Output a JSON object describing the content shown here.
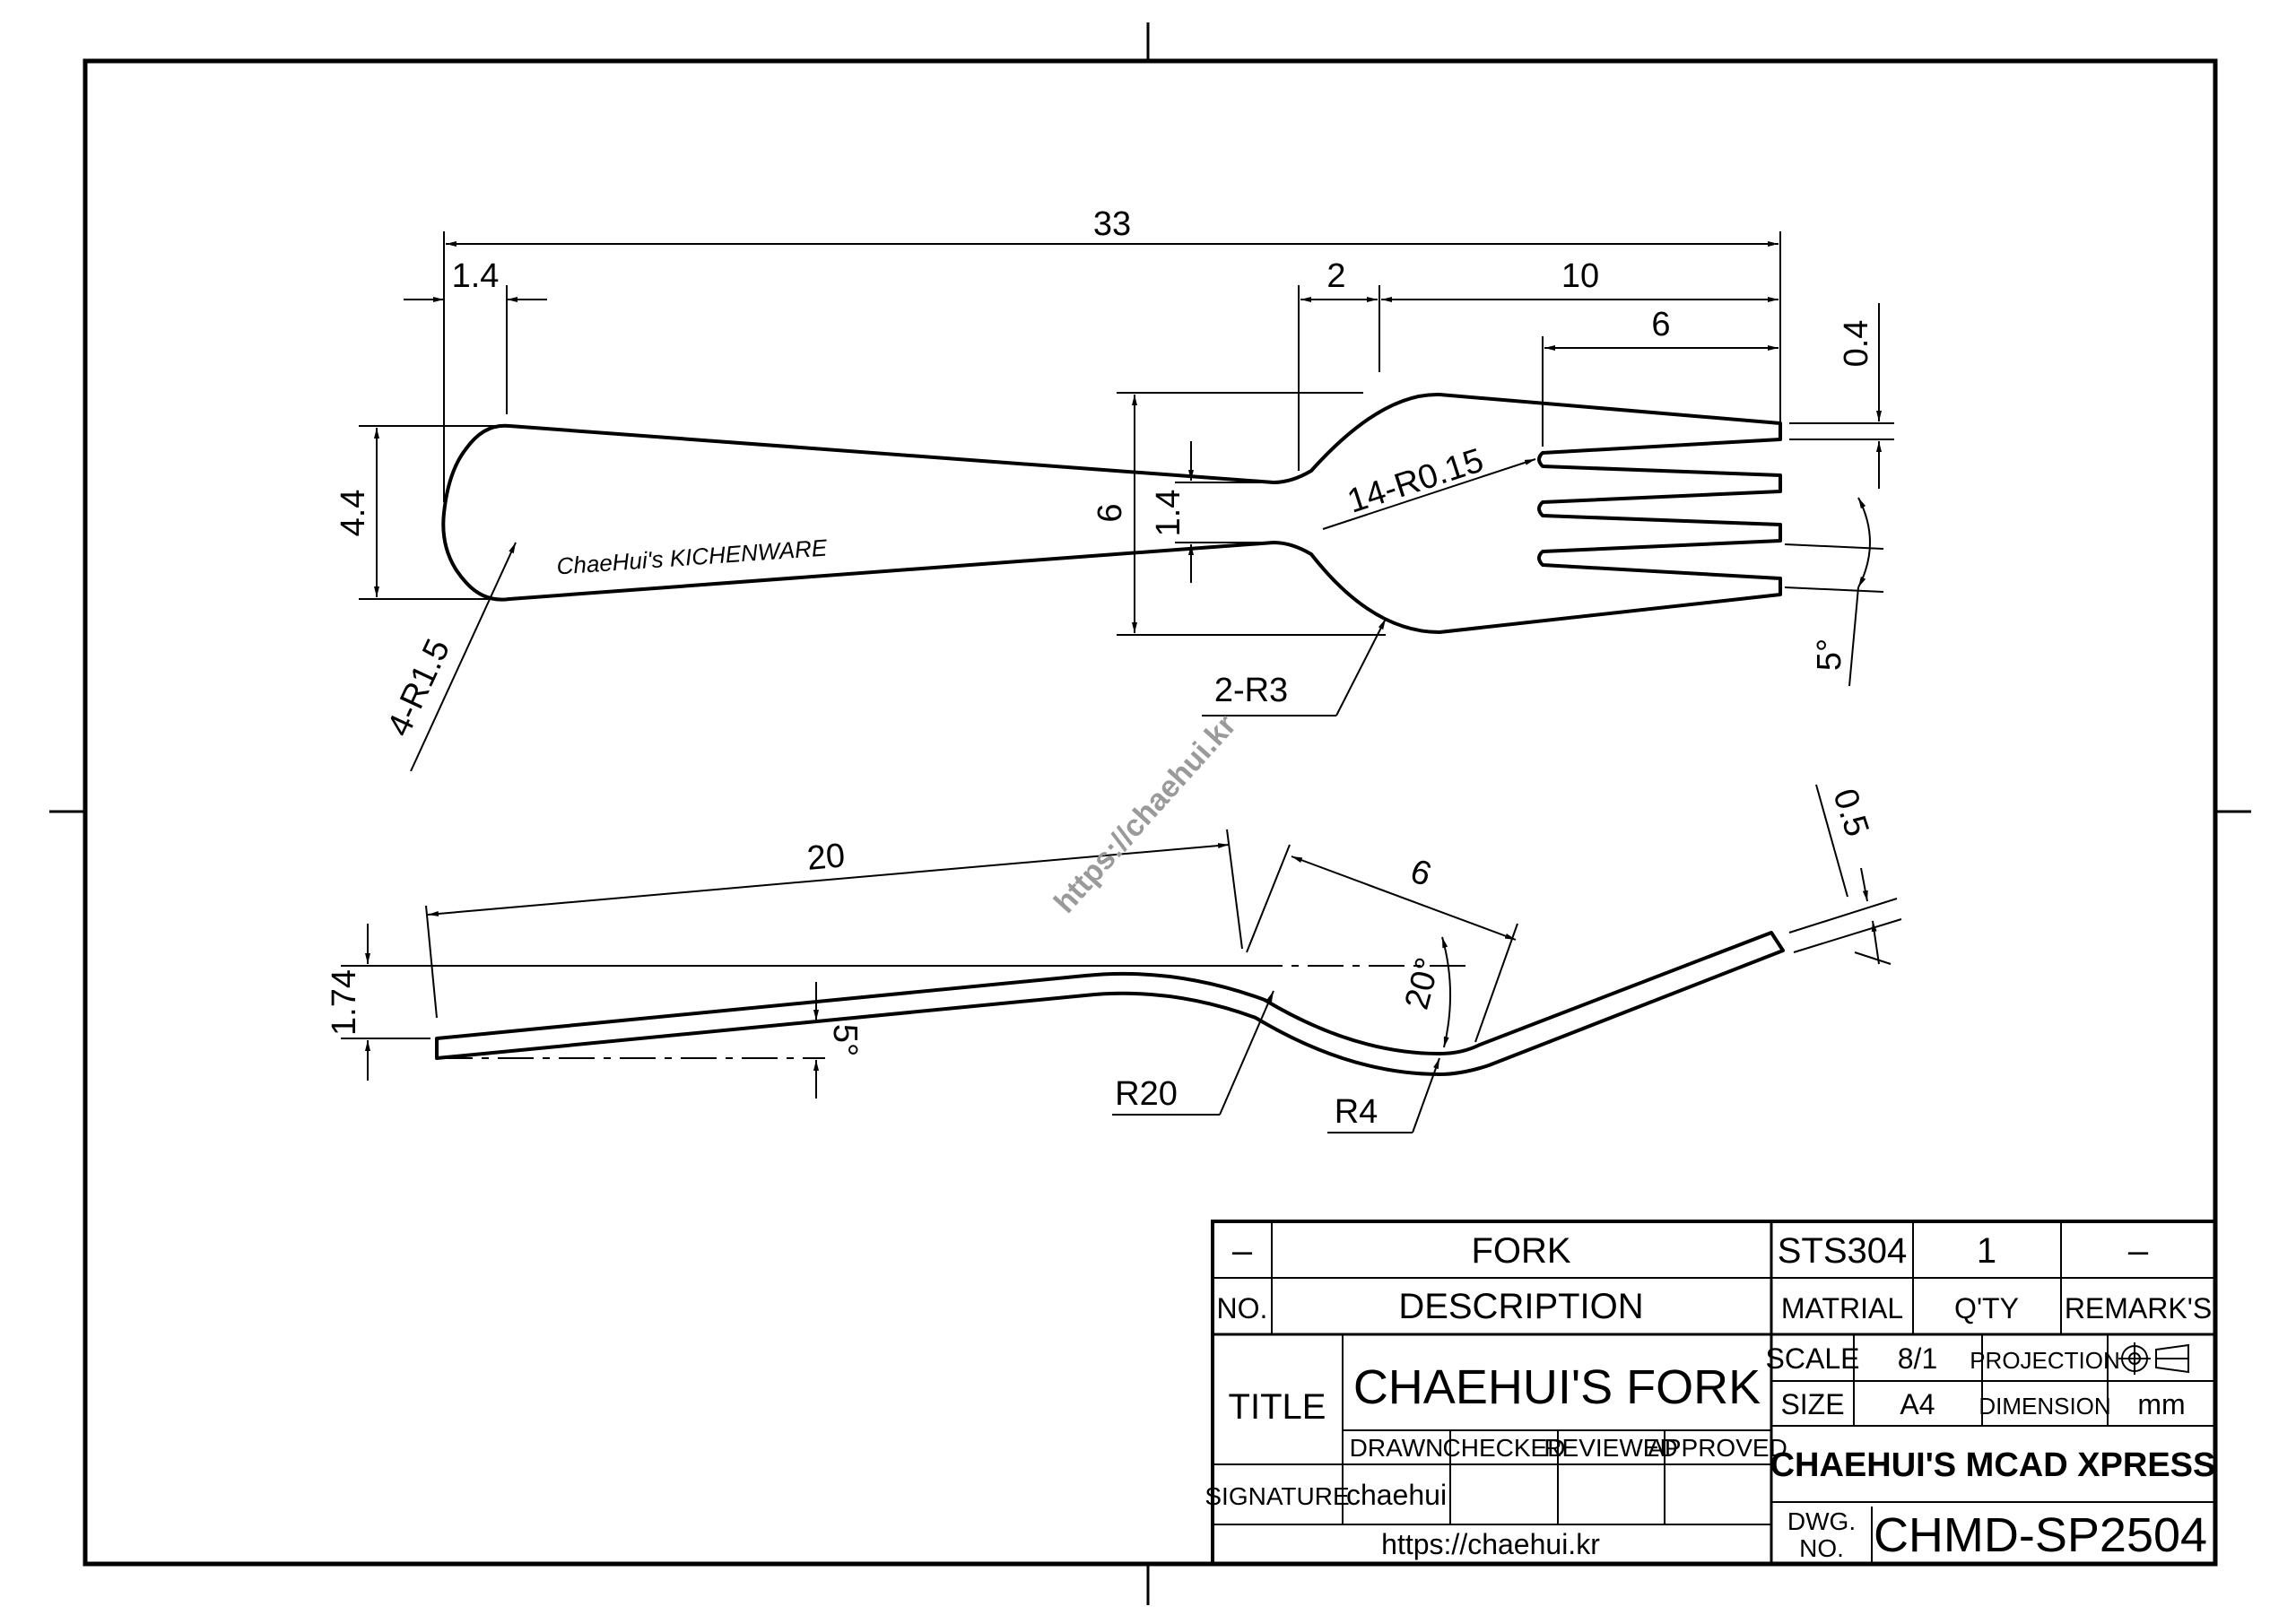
{
  "drawing": {
    "top_view": {
      "dims": {
        "overall_length": "33",
        "handle_end": "1.4",
        "neck": "2",
        "head_length": "10",
        "tine_length": "6",
        "tine_end": "0.4",
        "handle_width": "4.4",
        "head_width": "6",
        "neck_width": "1.4",
        "tine_radius": "14-R0.15",
        "neck_radius": "2-R3",
        "handle_radius": "4-R1.5",
        "tine_angle": "5°"
      },
      "engraving": "ChaeHui's KICHENWARE"
    },
    "side_view": {
      "dims": {
        "handle_run": "20",
        "bend_run": "6",
        "thickness": "0.5",
        "rise": "1.74",
        "handle_angle": "5°",
        "bend_angle": "20°",
        "bend_radius_large": "R20",
        "bend_radius_small": "R4"
      }
    },
    "watermark": "https://chaehui.kr"
  },
  "title_block": {
    "item_no": "–",
    "description": "FORK",
    "material": "STS304",
    "qty": "1",
    "remarks": "–",
    "hdr_no": "NO.",
    "hdr_description": "DESCRIPTION",
    "hdr_material": "MATRIAL",
    "hdr_qty": "Q'TY",
    "hdr_remarks": "REMARK'S",
    "title_label": "TITLE",
    "title": "CHAEHUI'S FORK",
    "scale_label": "SCALE",
    "scale": "8/1",
    "projection_label": "PROJECTION",
    "size_label": "SIZE",
    "size": "A4",
    "dimension_label": "DIMENSION",
    "dimension_unit": "mm",
    "drawn_label": "DRAWN",
    "checked_label": "CHECKED",
    "reviewed_label": "REVIEWED",
    "approved_label": "APPROVED",
    "signature_label": "SIGNATURE",
    "drawn_by": "chaehui",
    "website": "https://chaehui.kr",
    "company": "CHAEHUI'S MCAD XPRESS",
    "dwg_label_1": "DWG.",
    "dwg_label_2": "NO.",
    "dwg_no": "CHMD-SP2504"
  }
}
